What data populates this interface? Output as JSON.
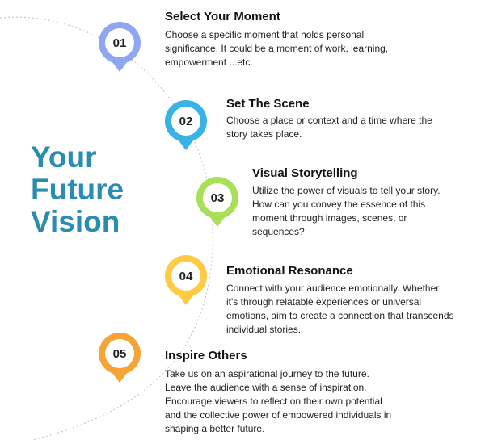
{
  "title_lines": [
    "Your",
    "Future",
    "Vision"
  ],
  "colors": {
    "title": "#2a8db0",
    "arc": "#c8c8c8",
    "step1": "#8fa7f2",
    "step2": "#39b2e8",
    "step3": "#a9e05a",
    "step4": "#ffcb45",
    "step5": "#f7a437"
  },
  "steps": [
    {
      "number": "01",
      "title": "Select Your Moment",
      "description": "Choose a specific moment that holds personal\nsignificance. It could be a moment of work, learning,\nempowerment ...etc."
    },
    {
      "number": "02",
      "title": "Set The Scene",
      "description": "Choose a place or context and a time where the\nstory takes place."
    },
    {
      "number": "03",
      "title": "Visual Storytelling",
      "description": "Utilize the power of visuals to tell your story.\nHow can you convey the essence of this\nmoment through images, scenes, or\nsequences?"
    },
    {
      "number": "04",
      "title": "Emotional Resonance",
      "description": "Connect with your audience emotionally. Whether\nit's through relatable experiences or universal\nemotions, aim to create a connection that transcends\nindividual stories."
    },
    {
      "number": "05",
      "title": "Inspire Others",
      "description": "Take us on an aspirational journey to the future.\nLeave the audience with a sense of inspiration.\nEncourage viewers to reflect on their own potential\nand the collective power of empowered individuals in\nshaping a better future."
    }
  ]
}
